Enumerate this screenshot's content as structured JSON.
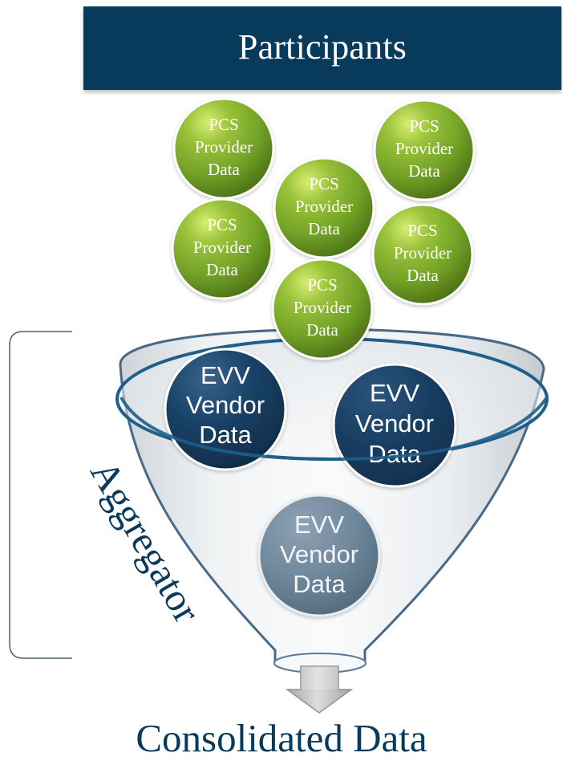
{
  "header": {
    "title": "Participants"
  },
  "providers": [
    {
      "line1": "PCS",
      "line2": "Provider",
      "line3": "Data"
    },
    {
      "line1": "PCS",
      "line2": "Provider",
      "line3": "Data"
    },
    {
      "line1": "PCS",
      "line2": "Provider",
      "line3": "Data"
    },
    {
      "line1": "PCS",
      "line2": "Provider",
      "line3": "Data"
    },
    {
      "line1": "PCS",
      "line2": "Provider",
      "line3": "Data"
    },
    {
      "line1": "PCS",
      "line2": "Provider",
      "line3": "Data"
    }
  ],
  "vendors": [
    {
      "line1": "EVV",
      "line2": "Vendor",
      "line3": "Data"
    },
    {
      "line1": "EVV",
      "line2": "Vendor",
      "line3": "Data"
    },
    {
      "line1": "EVV",
      "line2": "Vendor",
      "line3": "Data"
    }
  ],
  "funnel_label": "Aggregator",
  "output_label": "Consolidated Data",
  "colors": {
    "navy": "#073a5b",
    "provider_green": "#7fa82a",
    "vendor_dark": "#173b5c",
    "vendor_light": "#6f8799",
    "arrow": "#bdbdbd"
  }
}
